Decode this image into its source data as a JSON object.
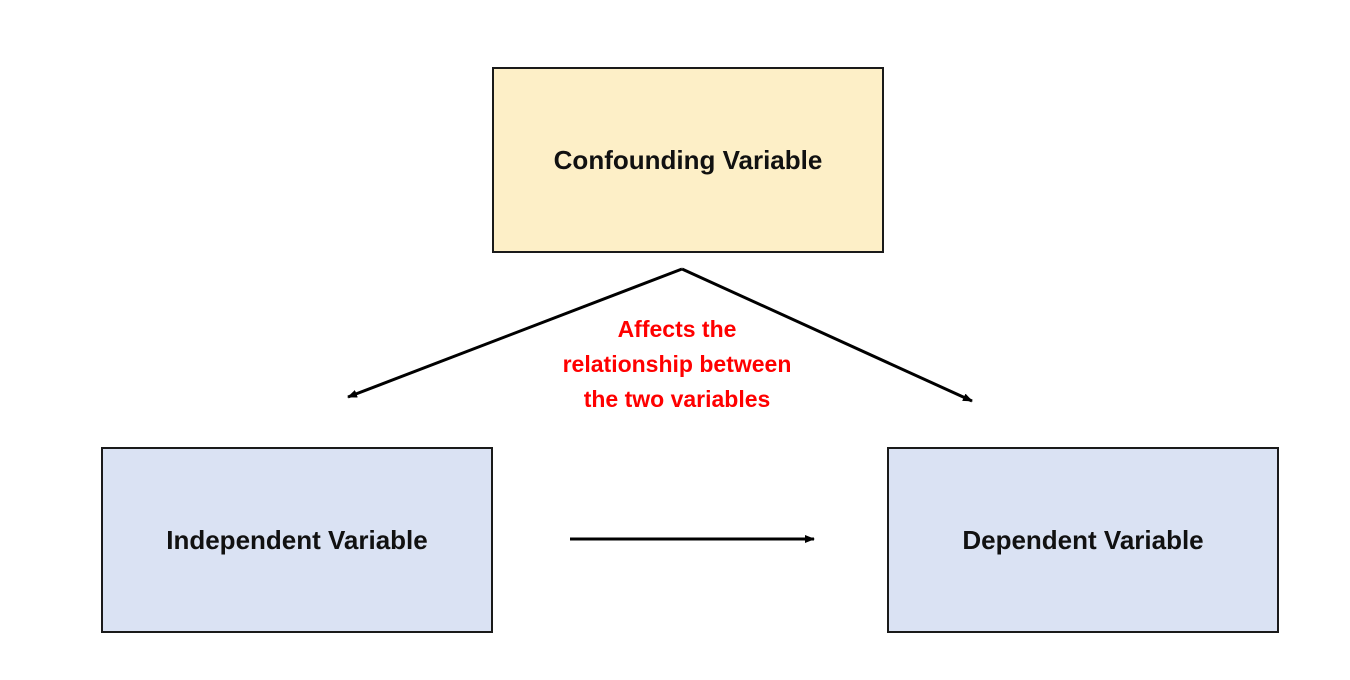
{
  "diagram": {
    "confounder_label": "Confounding Variable",
    "independent_label": "Independent Variable",
    "dependent_label": "Dependent Variable",
    "annotation_lines": [
      "Affects the",
      "relationship between",
      "the two variables"
    ]
  },
  "colors": {
    "confounder_fill": "#fdefc7",
    "variable_fill": "#dae2f3",
    "annotation_text": "#ff0000",
    "arrow": "#000000"
  }
}
